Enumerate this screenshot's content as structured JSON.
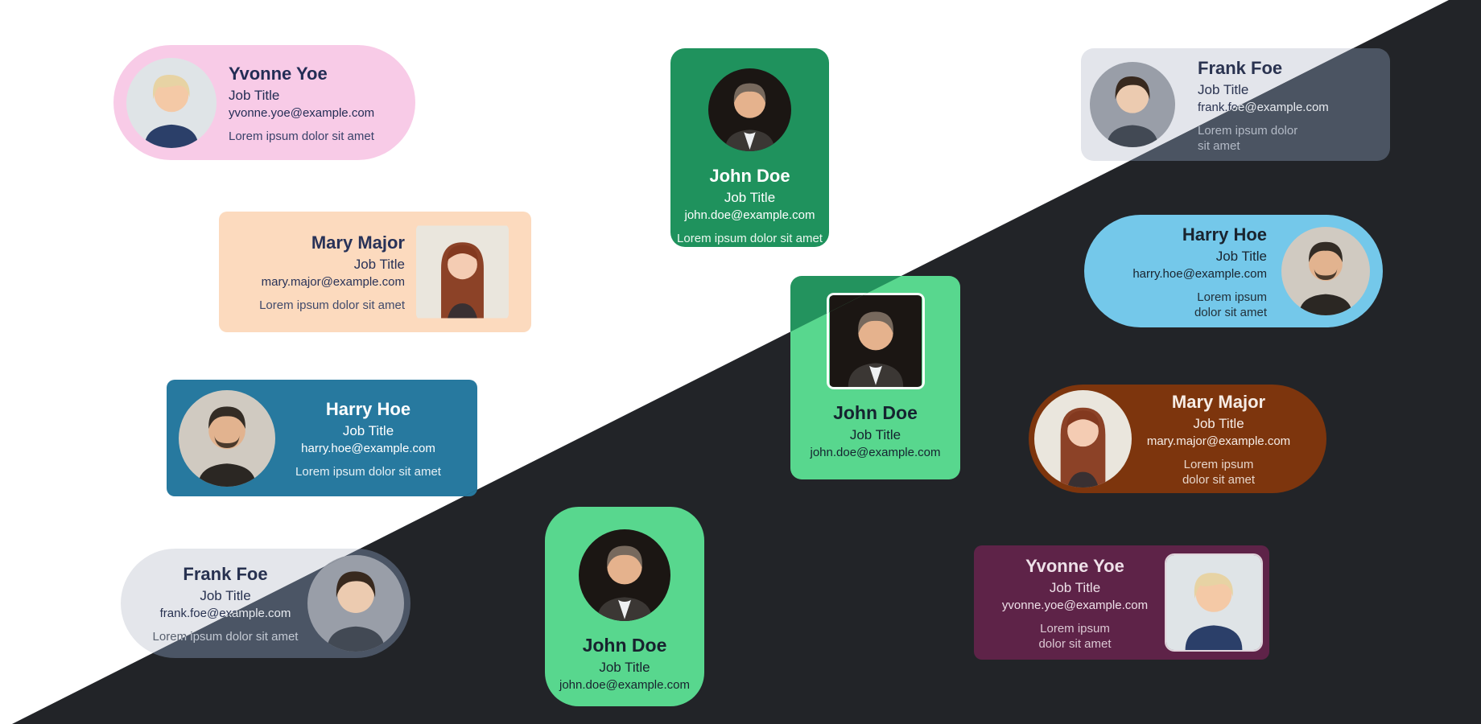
{
  "canvas": {
    "split": "diagonal",
    "light_background": "#ffffff",
    "dark_background": "#222428"
  },
  "cards": [
    {
      "id": "yvonne-pink",
      "name": "Yvonne Yoe",
      "job_title": "Job Title",
      "email": "yvonne.yoe@example.com",
      "lorem": "Lorem ipsum dolor sit amet",
      "avatar": "yvonne-photo",
      "accent": "#f8cbe7",
      "theme": "light"
    },
    {
      "id": "john-green-top",
      "name": "John Doe",
      "job_title": "Job Title",
      "email": "john.doe@example.com",
      "lorem": "Lorem ipsum dolor sit amet",
      "avatar": "john-photo",
      "accent": "#1f925d",
      "theme": "light"
    },
    {
      "id": "frank-top-right",
      "name": "Frank Foe",
      "job_title": "Job Title",
      "email": "frank.foe@example.com",
      "lorem": "Lorem ipsum dolor sit amet",
      "avatar": "frank-photo",
      "accent": "#e3e5eb",
      "accent_dark": "#4b5462",
      "theme": "split"
    },
    {
      "id": "mary-peach",
      "name": "Mary Major",
      "job_title": "Job Title",
      "email": "mary.major@example.com",
      "lorem": "Lorem ipsum dolor sit amet",
      "avatar": "mary-photo",
      "accent": "#fcdabe",
      "theme": "light"
    },
    {
      "id": "harry-blue",
      "name": "Harry Hoe",
      "job_title": "Job Title",
      "email": "harry.hoe@example.com",
      "lorem": "Lorem ipsum dolor sit amet",
      "avatar": "harry-photo",
      "accent": "#74c8ea",
      "theme": "dark"
    },
    {
      "id": "john-green-center",
      "name": "John Doe",
      "job_title": "Job Title",
      "email": "john.doe@example.com",
      "avatar": "john-photo",
      "accent": "#23935e",
      "accent_dark": "#58d78e",
      "theme": "split"
    },
    {
      "id": "harry-teal",
      "name": "Harry Hoe",
      "job_title": "Job Title",
      "email": "harry.hoe@example.com",
      "lorem": "Lorem ipsum dolor sit amet",
      "avatar": "harry-photo",
      "accent": "#27799f",
      "theme": "light"
    },
    {
      "id": "mary-rust",
      "name": "Mary Major",
      "job_title": "Job Title",
      "email": "mary.major@example.com",
      "lorem": "Lorem ipsum dolor sit amet",
      "avatar": "mary-photo",
      "accent": "#7d350d",
      "theme": "dark"
    },
    {
      "id": "frank-bottom-left",
      "name": "Frank Foe",
      "job_title": "Job Title",
      "email": "frank.foe@example.com",
      "lorem": "Lorem ipsum dolor sit amet",
      "avatar": "frank-photo",
      "accent": "#e4e6eb",
      "accent_dark": "#4b5565",
      "theme": "split"
    },
    {
      "id": "john-green-bottom",
      "name": "John Doe",
      "job_title": "Job Title",
      "email": "john.doe@example.com",
      "avatar": "john-photo",
      "accent": "#58d78e",
      "theme": "dark"
    },
    {
      "id": "yvonne-plum",
      "name": "Yvonne Yoe",
      "job_title": "Job Title",
      "email": "yvonne.yoe@example.com",
      "lorem": "Lorem ipsum dolor sit amet",
      "avatar": "yvonne-photo",
      "accent": "#5e2348",
      "theme": "dark"
    }
  ]
}
